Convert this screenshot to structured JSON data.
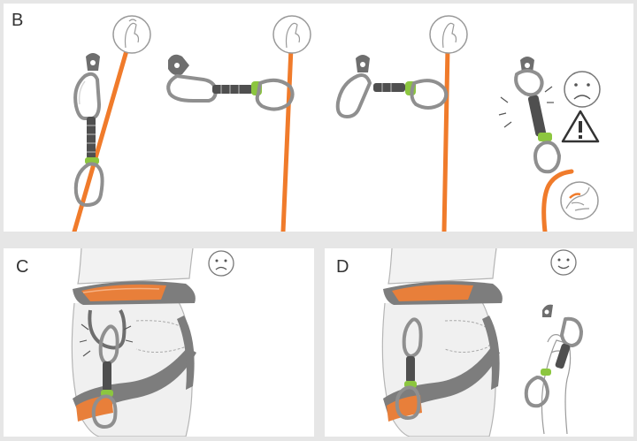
{
  "panels": {
    "b": {
      "letter": "B"
    },
    "c": {
      "letter": "C"
    },
    "d": {
      "letter": "D"
    }
  },
  "colors": {
    "rope": "#f07b2b",
    "gate_keeper": "#8cc63f",
    "metal": "#8f8f8f",
    "harness_orange": "#e87f3a",
    "harness_grey": "#7d7d7d",
    "panel_background": "#ffffff",
    "page_background": "#e6e6e6"
  },
  "icons": [
    "rope-clip-hand-icon",
    "sad-face-icon",
    "warning-triangle-icon",
    "happy-face-icon",
    "hand-grip-icon"
  ]
}
